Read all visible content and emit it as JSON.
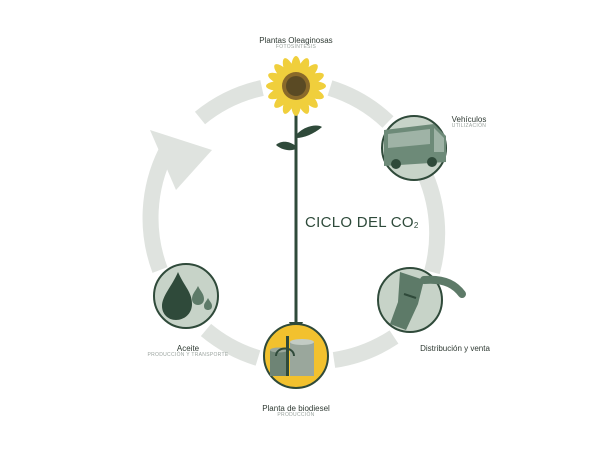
{
  "diagram": {
    "title_main": "CICLO DEL CO",
    "title_sub": "2",
    "nodes": {
      "plants": {
        "label": "Plantas Oleaginosas",
        "sublabel": "FOTOSÍNTESIS"
      },
      "vehicles": {
        "label": "Vehículos",
        "sublabel": "UTILIZACIÓN"
      },
      "distribution": {
        "label": "Distribución y venta",
        "sublabel": ""
      },
      "biodiesel": {
        "label": "Planta de biodiesel",
        "sublabel": "PRODUCCIÓN"
      },
      "oil": {
        "label": "Aceite",
        "sublabel": "PRODUCCIÓN Y TRANSPORTE"
      }
    },
    "colors": {
      "ring": "#dfe3df",
      "dark_green": "#2f4a3a",
      "mid_green": "#5d7a68",
      "light_green": "#c7d3c8",
      "yellow": "#f2c12e",
      "petal": "#f0cf3c"
    }
  }
}
